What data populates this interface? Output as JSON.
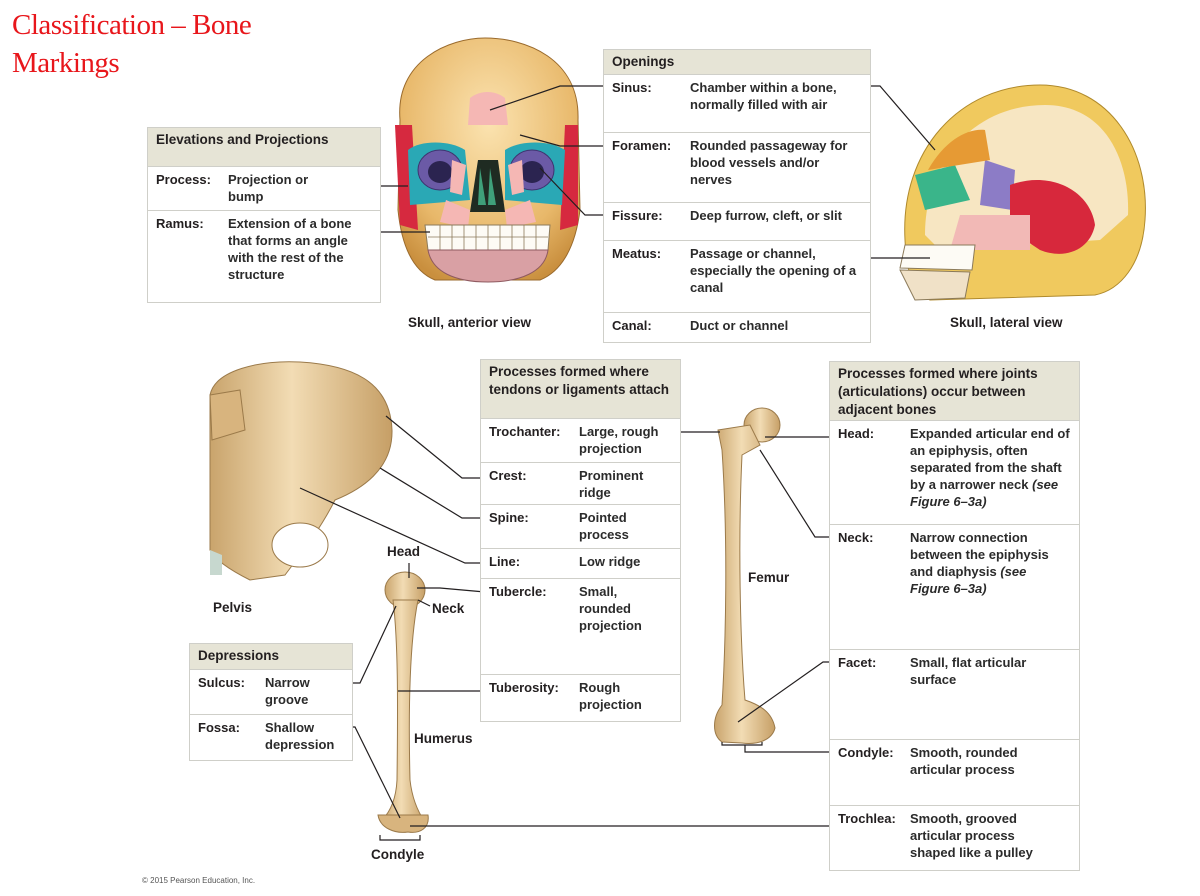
{
  "title": {
    "line1": "Classification – Bone",
    "line2": "Markings"
  },
  "copyright": "© 2015 Pearson Education, Inc.",
  "captions": {
    "skull_anterior": "Skull, anterior view",
    "skull_lateral": "Skull, lateral view",
    "pelvis": "Pelvis",
    "humerus": "Humerus",
    "femur": "Femur",
    "humerus_head": "Head",
    "humerus_neck": "Neck",
    "humerus_condyle": "Condyle"
  },
  "elevations": {
    "header": "Elevations and Projections",
    "rows": [
      {
        "term": "Process:",
        "definition": "Projection or bump"
      },
      {
        "term": "Ramus:",
        "definition": "Extension of a bone that forms an angle with the rest of the structure"
      }
    ]
  },
  "openings": {
    "header": "Openings",
    "rows": [
      {
        "term": "Sinus:",
        "definition": "Chamber within a bone, normally filled with air"
      },
      {
        "term": "Foramen:",
        "definition": "Rounded passageway for blood vessels and/or nerves"
      },
      {
        "term": "Fissure:",
        "definition": "Deep furrow, cleft, or slit"
      },
      {
        "term": "Meatus:",
        "definition": "Passage or channel, especially the opening of a canal"
      },
      {
        "term": "Canal:",
        "definition": "Duct or channel"
      }
    ]
  },
  "tendons": {
    "header": "Processes formed where tendons or ligaments attach",
    "rows": [
      {
        "term": "Trochanter:",
        "definition": "Large, rough projection"
      },
      {
        "term": "Crest:",
        "definition": "Prominent ridge"
      },
      {
        "term": "Spine:",
        "definition": "Pointed process"
      },
      {
        "term": "Line:",
        "definition": "Low ridge"
      },
      {
        "term": "Tubercle:",
        "definition": "Small, rounded projection"
      },
      {
        "term": "Tuberosity:",
        "definition": "Rough projection"
      }
    ]
  },
  "joints": {
    "header": "Processes formed where joints (articulations) occur between adjacent bones",
    "rows": [
      {
        "term": "Head:",
        "definition": "Expanded articular end of an epiphysis, often separated from the shaft by a narrower neck",
        "ref": "(see Figure 6–3a)"
      },
      {
        "term": "Neck:",
        "definition": "Narrow connection between the epiphysis and diaphysis",
        "ref": "(see Figure 6–3a)"
      },
      {
        "term": "Facet:",
        "definition": "Small, flat articular surface"
      },
      {
        "term": "Condyle:",
        "definition": "Smooth, rounded articular process"
      },
      {
        "term": "Trochlea:",
        "definition": "Smooth, grooved articular process shaped like a pulley"
      }
    ]
  },
  "depressions": {
    "header": "Depressions",
    "rows": [
      {
        "term": "Sulcus:",
        "definition": "Narrow groove"
      },
      {
        "term": "Fossa:",
        "definition": "Shallow depression"
      }
    ]
  },
  "colors": {
    "title_red": "#e8161b",
    "table_header_bg": "#e6e4d6",
    "table_border": "#cfcfc9",
    "bone": "#e8c99a",
    "bone_shade": "#c9a46c"
  }
}
